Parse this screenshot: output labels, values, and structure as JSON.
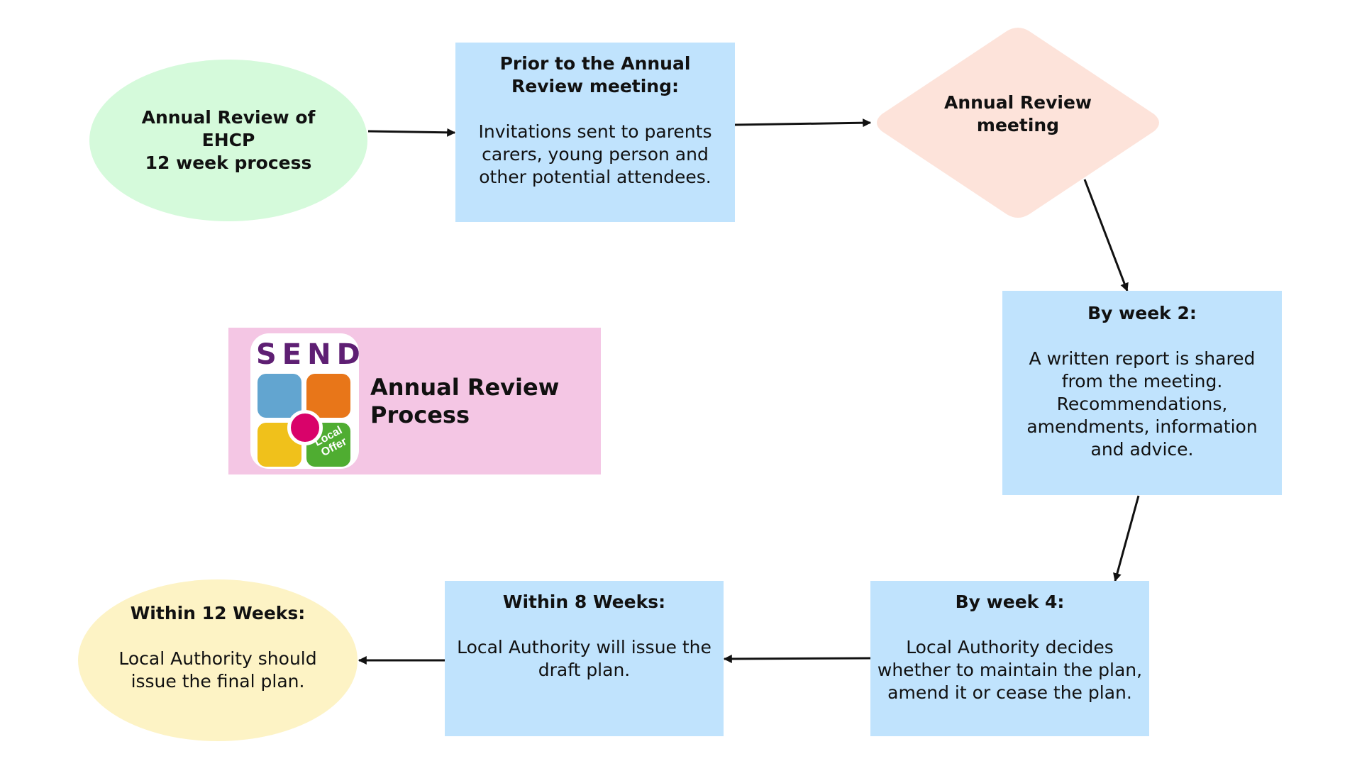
{
  "diagram": {
    "title": "Annual Review Process",
    "banner": {
      "title_line1": "Annual Review",
      "title_line2": "Process",
      "logo": {
        "wordmark": "SEND",
        "badge_line1": "Local",
        "badge_line2": "Offer",
        "colors": {
          "wordmark": "#5e1f73",
          "blue": "#62a5d0",
          "orange": "#e87619",
          "yellow": "#f0c11b",
          "green": "#4fad31",
          "center": "#d9036a"
        }
      },
      "background": "#f4c6e4"
    },
    "nodes": [
      {
        "id": "start",
        "shape": "ellipse",
        "fill": "#d5fadb",
        "title_lines": [
          "Annual Review of",
          "EHCP",
          "12 week process"
        ]
      },
      {
        "id": "prior",
        "shape": "rectangle",
        "fill": "#c0e3fd",
        "title": "Prior to the Annual Review meeting:",
        "body": "Invitations sent to parents carers, young person and other potential attendees."
      },
      {
        "id": "meeting",
        "shape": "diamond",
        "fill": "#fde3da",
        "title": "Annual Review meeting"
      },
      {
        "id": "week2",
        "shape": "rectangle",
        "fill": "#c0e3fd",
        "title": "By week 2:",
        "body": "A written report is shared from the meeting. Recommendations, amendments, information and advice."
      },
      {
        "id": "week4",
        "shape": "rectangle",
        "fill": "#c0e3fd",
        "title": "By week 4:",
        "body": "Local Authority decides whether to maintain the plan, amend it or cease the plan."
      },
      {
        "id": "week8",
        "shape": "rectangle",
        "fill": "#c0e3fd",
        "title": "Within 8 Weeks:",
        "body": "Local Authority will issue the draft plan."
      },
      {
        "id": "week12",
        "shape": "ellipse",
        "fill": "#fdf3c5",
        "title": "Within 12 Weeks:",
        "body": "Local Authority should issue the final plan."
      }
    ],
    "edges": [
      {
        "from": "start",
        "to": "prior"
      },
      {
        "from": "prior",
        "to": "meeting"
      },
      {
        "from": "meeting",
        "to": "week2"
      },
      {
        "from": "week2",
        "to": "week4"
      },
      {
        "from": "week4",
        "to": "week8"
      },
      {
        "from": "week8",
        "to": "week12"
      }
    ],
    "edge_color": "#111111"
  }
}
